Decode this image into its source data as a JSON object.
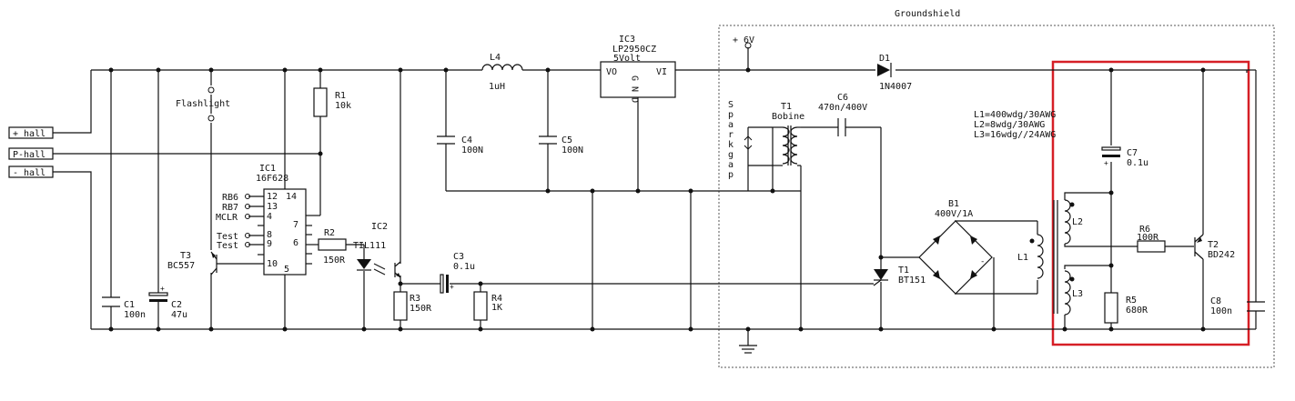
{
  "shield": {
    "label": "Groundshield",
    "supply": "+ 6V"
  },
  "connectors": [
    "+ hall",
    "P-hall",
    "- hall"
  ],
  "flashlight": "Flashlight",
  "ic1": {
    "ref": "IC1",
    "part": "16F628",
    "pins": {
      "p12": "12",
      "p14": "14",
      "p13": "13",
      "p4": "4",
      "p7": "7",
      "p8": "8",
      "p6": "6",
      "p9": "9",
      "p10": "10",
      "p5": "5"
    },
    "signals": {
      "rb6": "RB6",
      "rb7": "RB7",
      "mclr": "MCLR",
      "test1": "Test",
      "test2": "Test"
    }
  },
  "ic2": {
    "ref": "IC2",
    "part": "TIL111"
  },
  "ic3": {
    "ref": "IC3",
    "part": "LP2950CZ",
    "rating": "5Volt",
    "vo": "VO",
    "vi": "VI",
    "gnd": "G N D"
  },
  "parts": {
    "r1": {
      "ref": "R1",
      "value": "10k"
    },
    "r2": {
      "ref": "R2",
      "value": "150R"
    },
    "r3": {
      "ref": "R3",
      "value": "150R"
    },
    "r4": {
      "ref": "R4",
      "value": "1K"
    },
    "r5": {
      "ref": "R5",
      "value": "680R"
    },
    "r6": {
      "ref": "R6",
      "value": "100R"
    },
    "c1": {
      "ref": "C1",
      "value": "100n"
    },
    "c2": {
      "ref": "C2",
      "value": "47u"
    },
    "c3": {
      "ref": "C3",
      "value": "0.1u"
    },
    "c4": {
      "ref": "C4",
      "value": "100N"
    },
    "c5": {
      "ref": "C5",
      "value": "100N"
    },
    "c6": {
      "ref": "C6",
      "value": "470n/400V"
    },
    "c7": {
      "ref": "C7",
      "value": "0.1u"
    },
    "c8": {
      "ref": "C8",
      "value": "100n"
    },
    "l4": {
      "ref": "L4",
      "value": "1uH"
    },
    "t3": {
      "ref": "T3",
      "value": "BC557"
    },
    "t1b": {
      "ref": "T1",
      "value": "Bobine"
    },
    "t1": {
      "ref": "T1",
      "value": "BT151"
    },
    "t2": {
      "ref": "T2",
      "value": "BD242"
    },
    "d1": {
      "ref": "D1",
      "value": "1N4007"
    },
    "b1": {
      "ref": "B1",
      "value": "400V/1A"
    },
    "l1": {
      "ref": "L1"
    },
    "l2": {
      "ref": "L2"
    },
    "l3": {
      "ref": "L3"
    }
  },
  "sparkgap": [
    "S",
    "p",
    "a",
    "r",
    "k",
    "g",
    "a",
    "p"
  ],
  "windings": [
    "L1=400wdg/30AWG",
    "L2=8wdg/30AWG",
    "L3=16wdg//24AWG"
  ],
  "colors": {
    "ink": "#111111",
    "highlight": "#d61f26",
    "shield": "#555555"
  }
}
